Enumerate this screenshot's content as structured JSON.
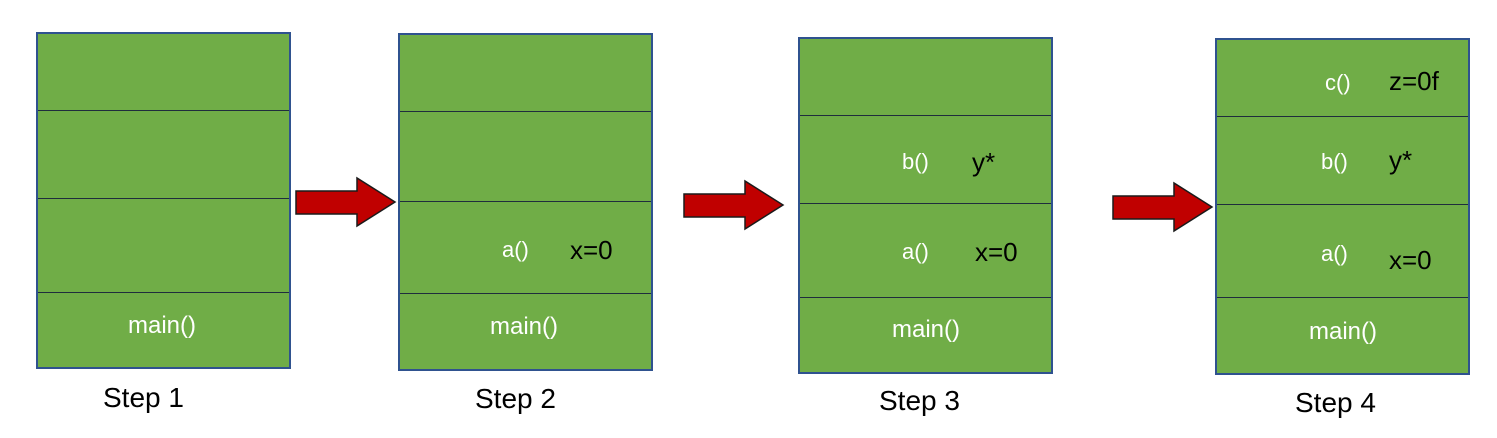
{
  "steps": [
    {
      "label": "Step 1",
      "frames": [
        {
          "fn": "",
          "var": ""
        },
        {
          "fn": "",
          "var": ""
        },
        {
          "fn": "",
          "var": ""
        },
        {
          "fn": "main()",
          "var": ""
        }
      ]
    },
    {
      "label": "Step 2",
      "frames": [
        {
          "fn": "",
          "var": ""
        },
        {
          "fn": "",
          "var": ""
        },
        {
          "fn": "a()",
          "var": "x=0"
        },
        {
          "fn": "main()",
          "var": ""
        }
      ]
    },
    {
      "label": "Step 3",
      "frames": [
        {
          "fn": "",
          "var": ""
        },
        {
          "fn": "b()",
          "var": "y*"
        },
        {
          "fn": "a()",
          "var": "x=0"
        },
        {
          "fn": "main()",
          "var": ""
        }
      ]
    },
    {
      "label": "Step 4",
      "frames": [
        {
          "fn": "c()",
          "var": "z=0f"
        },
        {
          "fn": "b()",
          "var": "y*"
        },
        {
          "fn": "a()",
          "var": "x=0"
        },
        {
          "fn": "main()",
          "var": ""
        }
      ]
    }
  ],
  "colors": {
    "frame_fill": "#70ad47",
    "frame_border": "#2f528f",
    "arrow_fill": "#c00000"
  }
}
